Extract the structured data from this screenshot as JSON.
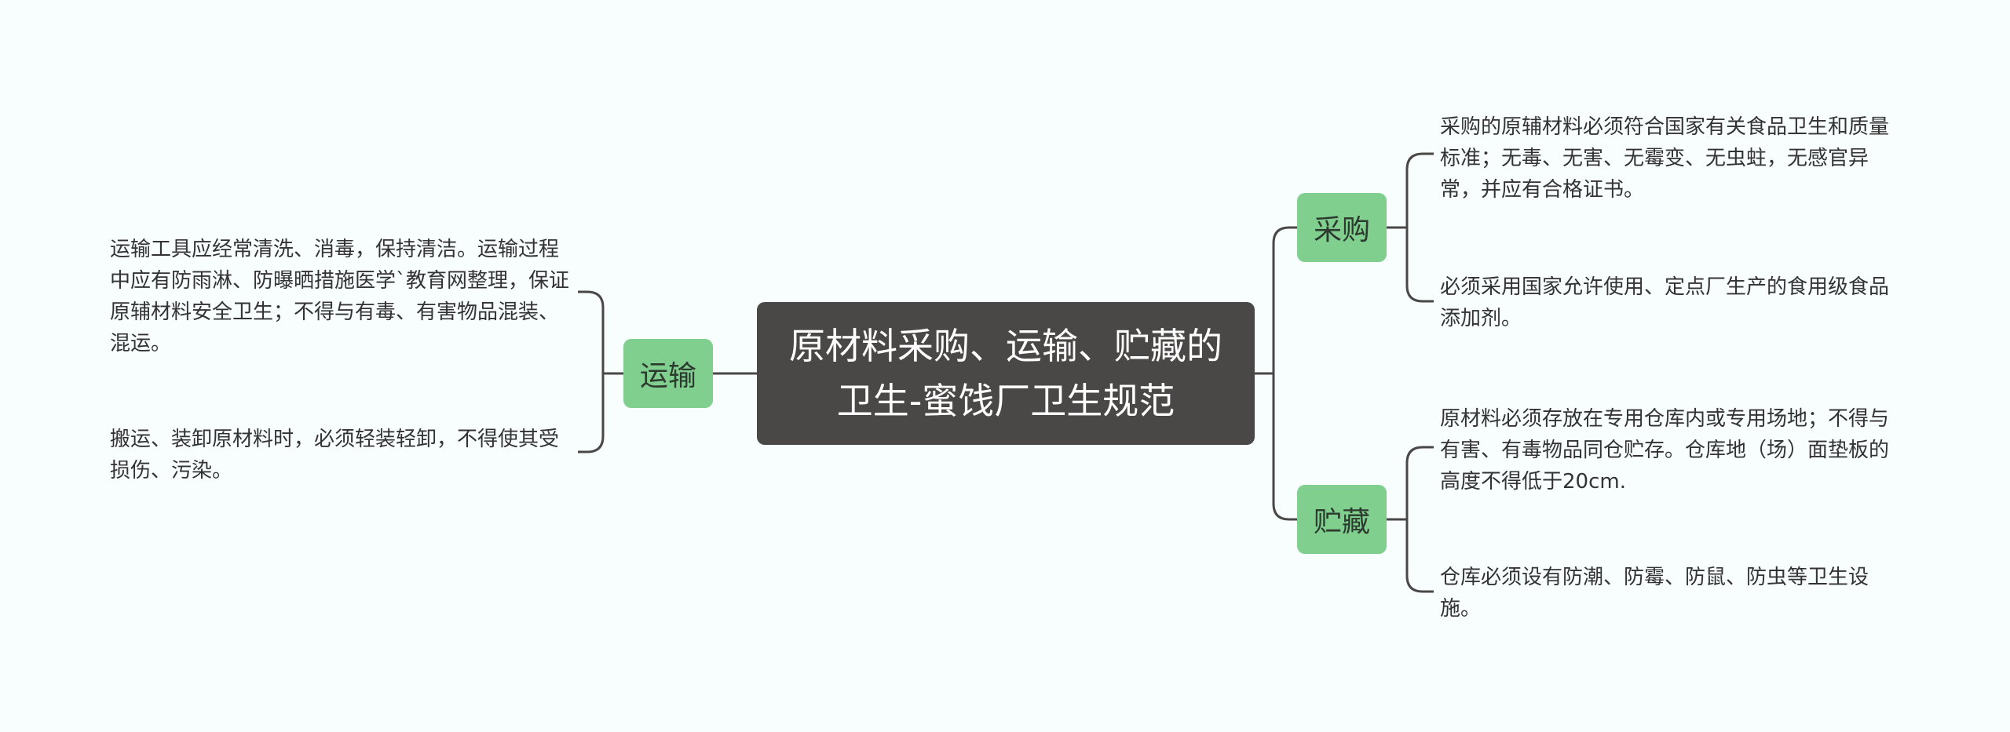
{
  "colors": {
    "background": "#f8fdfd",
    "root_fill": "#4a4747",
    "branch_fill": "#80cf8f",
    "connector": "#4a4747"
  },
  "root": {
    "label": "原材料采购、运输、贮藏的卫生-蜜饯厂卫生规范"
  },
  "branches": {
    "procurement": {
      "label": "采购",
      "leaves": [
        "采购的原辅材料必须符合国家有关食品卫生和质量标准；无毒、无害、无霉变、无虫蛀，无感官异常，并应有合格证书。",
        "必须采用国家允许使用、定点厂生产的食用级食品添加剂。"
      ]
    },
    "storage": {
      "label": "贮藏",
      "leaves": [
        "原材料必须存放在专用仓库内或专用场地；不得与有害、有毒物品同仓贮存。仓库地（场）面垫板的高度不得低于20cm.",
        "仓库必须设有防潮、防霉、防鼠、防虫等卫生设施。"
      ]
    },
    "transport": {
      "label": "运输",
      "leaves": [
        "运输工具应经常清洗、消毒，保持清洁。运输过程中应有防雨淋、防曝晒措施医学`教育网整理，保证原辅材料安全卫生；不得与有毒、有害物品混装、混运。",
        "搬运、装卸原材料时，必须轻装轻卸，不得使其受损伤、污染。"
      ]
    }
  }
}
